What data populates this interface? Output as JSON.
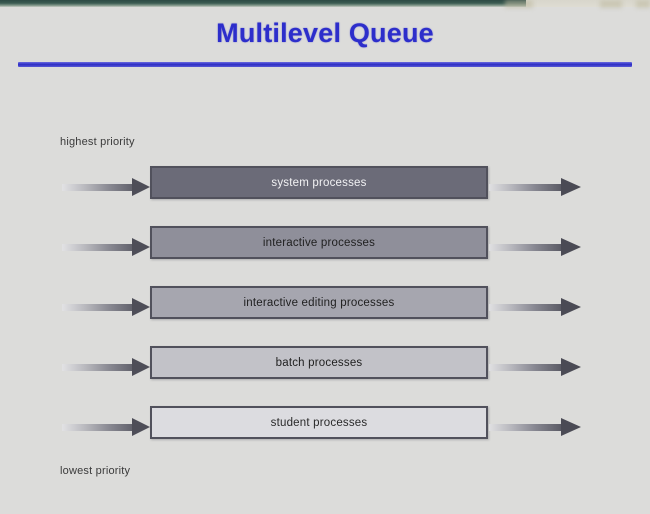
{
  "slide": {
    "title": "Multilevel Queue",
    "background_color": "#dcdcda",
    "title_color": "#2d2ecb",
    "rule_color": "#2c2cc4"
  },
  "labels": {
    "highest_priority": "highest priority",
    "lowest_priority": "lowest priority"
  },
  "queues": [
    {
      "label": "system processes",
      "fill": "#6b6b78",
      "text_color": "#f2f2f4",
      "in_arrow": "arrow-right-icon",
      "out_arrow": "arrow-right-icon"
    },
    {
      "label": "interactive processes",
      "fill": "#8f8f9a",
      "text_color": "#1f1f1f",
      "in_arrow": "arrow-right-icon",
      "out_arrow": "arrow-right-icon"
    },
    {
      "label": "interactive editing processes",
      "fill": "#a6a6af",
      "text_color": "#1f1f1f",
      "in_arrow": "arrow-right-icon",
      "out_arrow": "arrow-right-icon"
    },
    {
      "label": "batch processes",
      "fill": "#c2c2c8",
      "text_color": "#1f1f1f",
      "in_arrow": "arrow-right-icon",
      "out_arrow": "arrow-right-icon"
    },
    {
      "label": "student processes",
      "fill": "#dcdce0",
      "text_color": "#2a2a2a",
      "in_arrow": "arrow-right-icon",
      "out_arrow": "arrow-right-icon"
    }
  ]
}
